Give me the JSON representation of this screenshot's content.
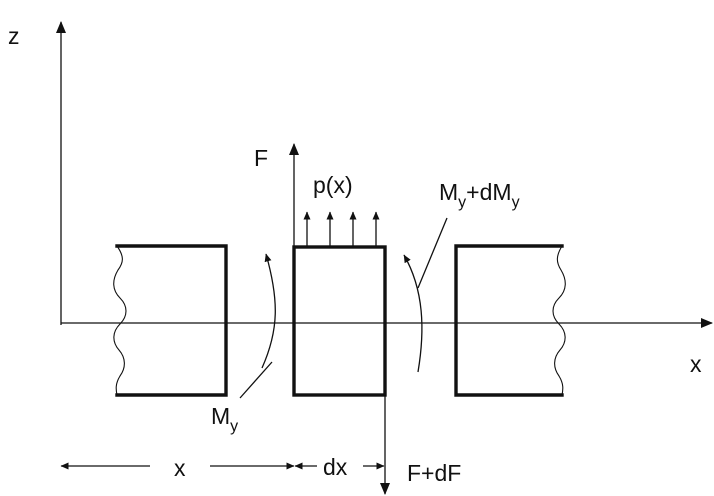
{
  "labels": {
    "z_axis": "z",
    "x_axis": "x",
    "shear_left": "F",
    "shear_right": "F+dF",
    "load": "p(x)",
    "moment_left_base": "M",
    "moment_left_sub": "y",
    "moment_right_base1": "M",
    "moment_right_sub1": "y",
    "moment_right_mid": "+dM",
    "moment_right_sub2": "y",
    "dim_x": "x",
    "dim_dx": "dx"
  },
  "colors": {
    "ink": "#111111",
    "background": "#ffffff"
  }
}
